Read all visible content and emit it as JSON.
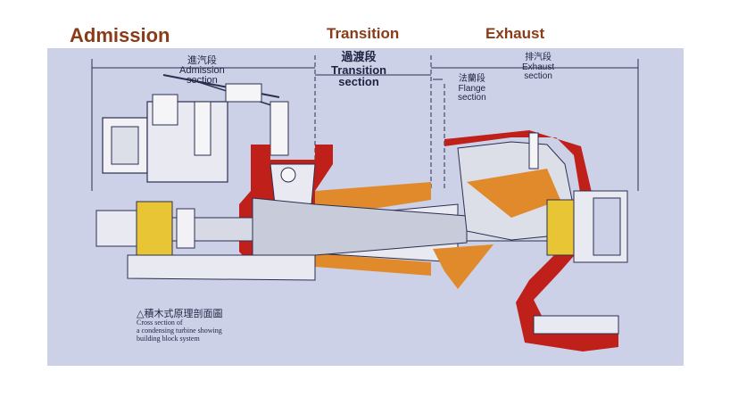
{
  "headings": {
    "admission": "Admission",
    "transition": "Transition",
    "exhaust": "Exhaust"
  },
  "diagram": {
    "admission_cn": "進汽段",
    "admission_en_1": "Admission",
    "admission_en_2": "section",
    "transition_cn": "過渡段",
    "transition_en_1": "Transition",
    "transition_en_2": "section",
    "exhaust_cn": "排汽段",
    "exhaust_en_1": "Exhaust",
    "exhaust_en_2": "section",
    "flange_cn": "法蘭段",
    "flange_en_1": "Flange",
    "flange_en_2": "section",
    "caption_cn": "△積木式原理剖面圖",
    "caption_en_1": "Cross section of",
    "caption_en_2": "a condensing turbine showing",
    "caption_en_3": "building block system"
  },
  "colors": {
    "casing_red": "#c0201a",
    "orange": "#e08a2c",
    "yellow": "#e8c534",
    "background": "#cdd1e8",
    "heading": "#8a3b17"
  }
}
